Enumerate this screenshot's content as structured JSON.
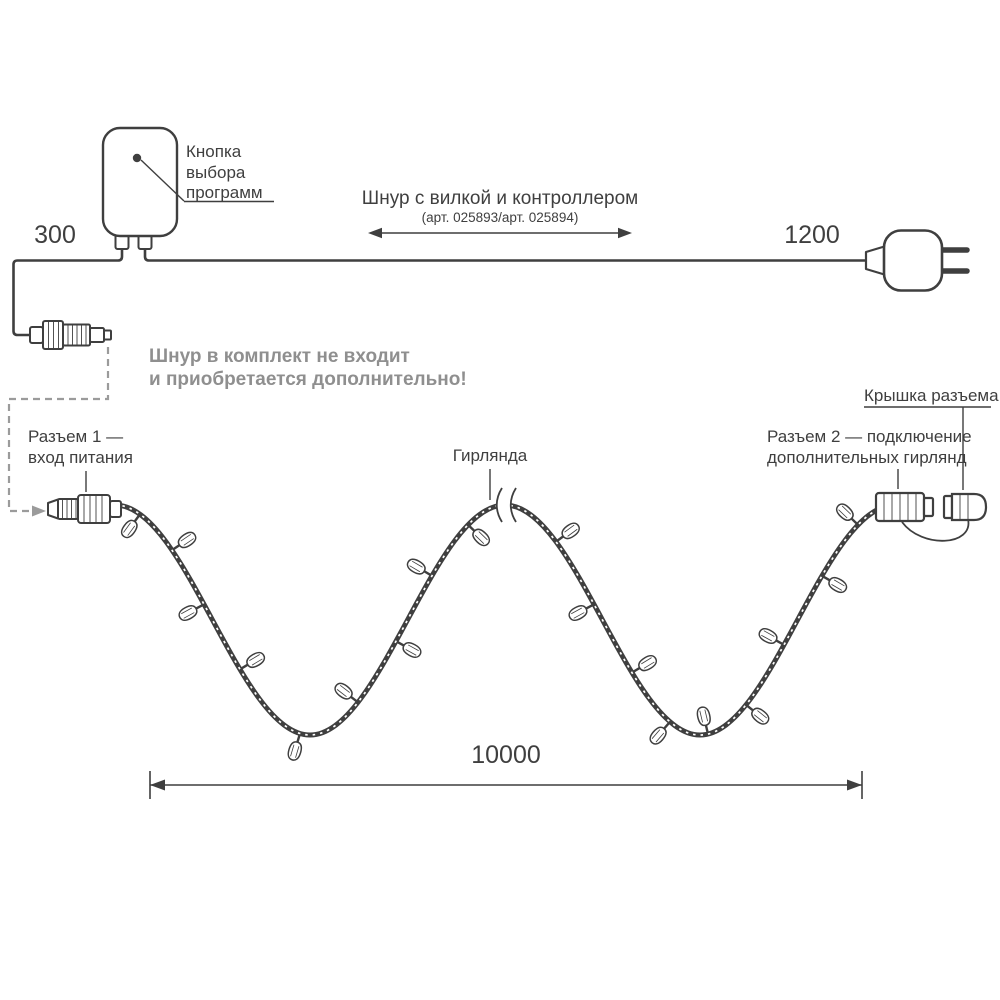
{
  "page": {
    "background": "#ffffff"
  },
  "palette": {
    "line": "#3f3f3f",
    "muted_text": "#8f8f8f",
    "dashed_line": "#9b9b9b"
  },
  "labels": {
    "program_button": {
      "lines": [
        "Кнопка",
        "выбора",
        "программ"
      ]
    },
    "cord": {
      "title": "Шнур с вилкой и контроллером",
      "article": "(арт. 025893/арт. 025894)"
    },
    "not_included": {
      "lines": [
        "Шнур в комплект не входит",
        "и приобретается дополнительно!"
      ]
    },
    "connector1": {
      "lines": [
        "Разъем 1 —",
        "вход питания"
      ]
    },
    "garland": "Гирлянда",
    "connector2": {
      "lines": [
        "Разъем 2 — подключение",
        "дополнительных гирлянд"
      ]
    },
    "cap": "Крышка разъема"
  },
  "dimensions": {
    "controller_to_connector1": "300",
    "controller_to_plug": "1200",
    "garland_length": "10000"
  }
}
